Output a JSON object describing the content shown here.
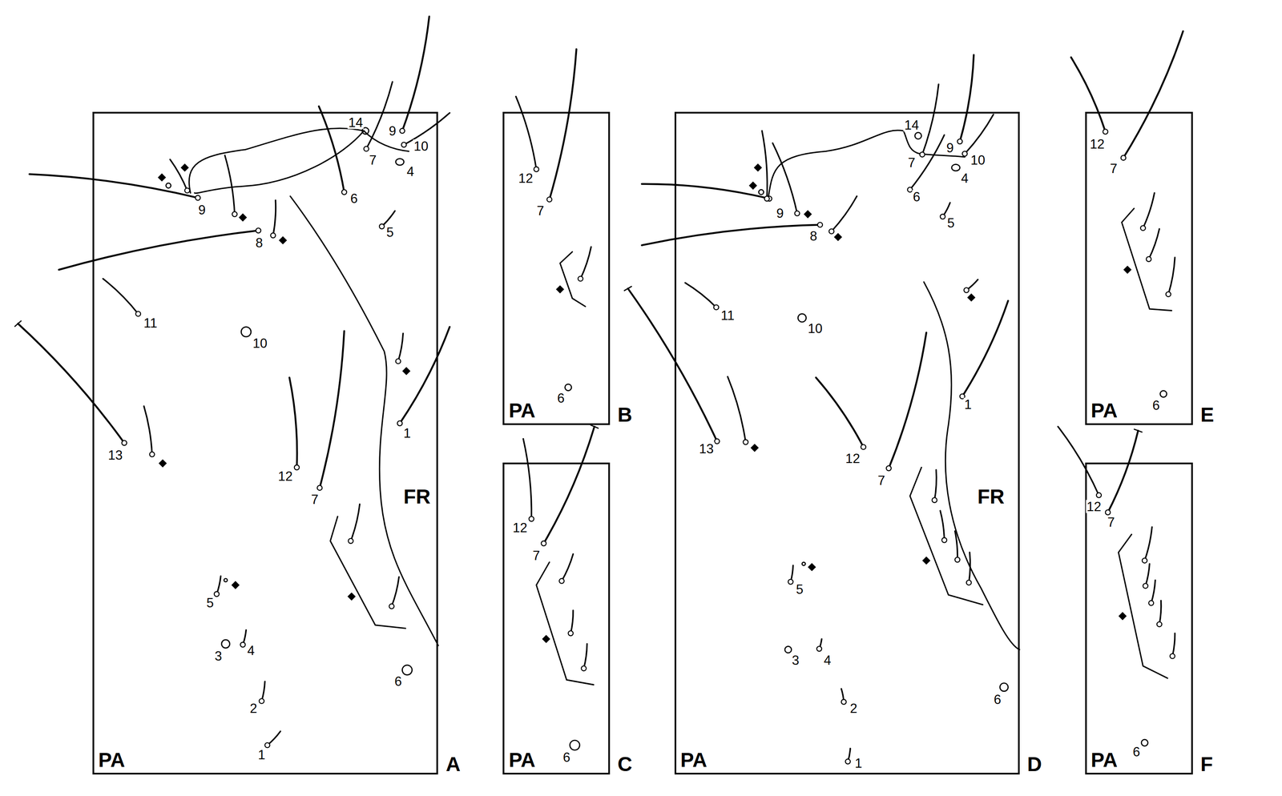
{
  "diagram": {
    "nodes": [
      {
        "text": [
          "PA",
          "FR",
          "A"
        ]
      },
      {
        "text": [
          "PA",
          "B"
        ]
      },
      {
        "text": [
          "PA",
          "C"
        ]
      },
      {
        "text": [
          "PA",
          "FR",
          "D"
        ]
      },
      {
        "text": [
          "PA",
          "E"
        ]
      },
      {
        "text": [
          "PA",
          "F"
        ]
      }
    ],
    "labels": [
      "14",
      "9",
      "10",
      "7",
      "4",
      "9",
      "6",
      "5",
      "8",
      "11",
      "10",
      "1",
      "13",
      "12",
      "7",
      "5",
      "3",
      "4",
      "6",
      "2",
      "1",
      "12",
      "7",
      "6",
      "12",
      "7",
      "6",
      "14",
      "9",
      "10",
      "7",
      "4",
      "9",
      "6",
      "5",
      "8",
      "11",
      "10",
      "1",
      "13",
      "12",
      "7",
      "5",
      "3",
      "4",
      "6",
      "2",
      "1",
      "12",
      "7",
      "6",
      "12",
      "7",
      "6"
    ]
  }
}
